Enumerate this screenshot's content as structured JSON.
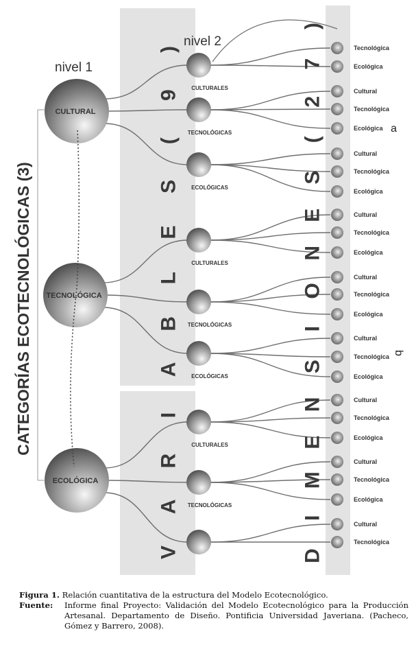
{
  "left_label": "CATEGORÍAS ECOTECNOLÓGICAS (3)",
  "nivel1_label": "nivel 1",
  "nivel2_label": "nivel 2",
  "variables_word": [
    "V",
    "A",
    "R",
    "I",
    "A",
    "B",
    "L",
    "E",
    "S",
    "(",
    "9",
    ")"
  ],
  "dimensiones_word": [
    "D",
    "I",
    "M",
    "E",
    "N",
    "S",
    "I",
    "O",
    "N",
    "E",
    "S",
    "(",
    "2",
    "7",
    ")"
  ],
  "nivel1": [
    {
      "label": "CULTURAL",
      "children": [
        {
          "label": "CULTURALES",
          "leaves": [
            "Tecnológica",
            "Ecológica"
          ]
        },
        {
          "label": "TECNOLÓGICAS",
          "leaves": [
            "Cultural",
            "Tecnológica",
            "Ecológica"
          ]
        },
        {
          "label": "ECOLÓGICAS",
          "leaves": [
            "Cultural",
            "Tecnológica",
            "Ecológica"
          ]
        }
      ]
    },
    {
      "label": "TECNOLÓGICA",
      "children": [
        {
          "label": "CULTURALES",
          "leaves": [
            "Cultural",
            "Tecnológica",
            "Ecológica"
          ]
        },
        {
          "label": "TECNOLÓGICAS",
          "leaves": [
            "Cultural",
            "Tecnológica",
            "Ecológica"
          ]
        },
        {
          "label": "ECOLÓGICAS",
          "leaves": [
            "Cultural",
            "Tecnológica",
            "Ecológica"
          ]
        }
      ]
    },
    {
      "label": "ECOLÓGICA",
      "children": [
        {
          "label": "CULTURALES",
          "leaves": [
            "Cultural",
            "Tecnológica",
            "Ecológica"
          ]
        },
        {
          "label": "TECNOLÓGICAS",
          "leaves": [
            "Cultural",
            "Tecnológica",
            "Ecológica"
          ]
        },
        {
          "label": "",
          "leaves": [
            "Cultural",
            "Tecnológica"
          ]
        }
      ]
    }
  ],
  "section_marks": [
    "a",
    "b"
  ],
  "caption": {
    "figura_key": "Figura 1.",
    "figura_text": "Relación cuantitativa de la estructura del Modelo Ecotecnológico.",
    "fuente_key": "Fuente:",
    "fuente_text": "Informe final Proyecto: Validación del Modelo Ecotecnológico para la Producción Artesanal. Departamento de Diseño. Pontificia Universidad Javeriana. (Pacheco, Gómez y Barrero, 2008)."
  },
  "colors": {
    "panel": "#e3e3e3",
    "line": "#6e6e6e",
    "sphere_dark": "#5a5a5a",
    "sphere_light": "#f4f4f4",
    "text": "#333333"
  }
}
